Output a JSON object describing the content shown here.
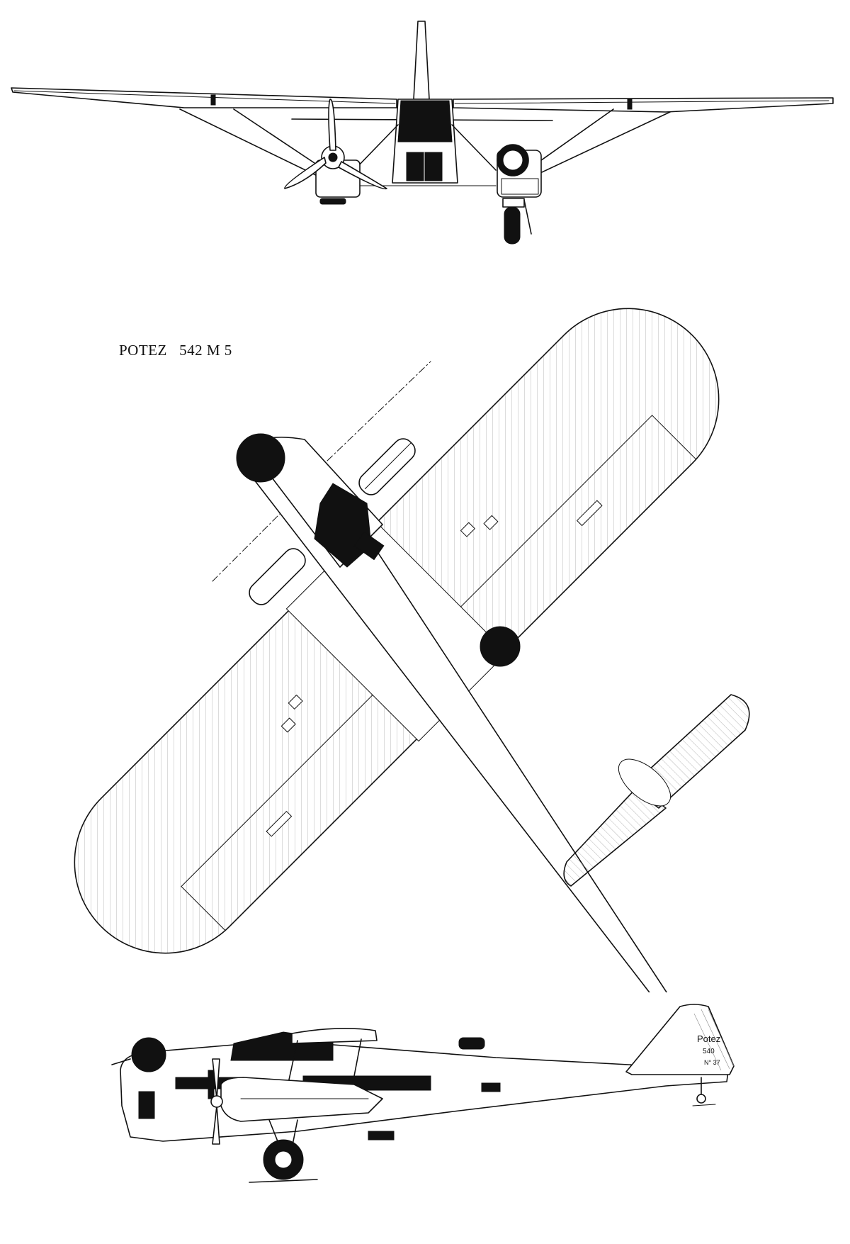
{
  "drawing": {
    "title": "POTEZ   542 M 5",
    "views": {
      "front": {
        "name": "front-view"
      },
      "plan": {
        "name": "plan-view"
      },
      "side": {
        "name": "side-view"
      }
    },
    "markings": {
      "fin_brand": "Potez",
      "fin_type": "540",
      "fin_serial": "N° 37"
    }
  }
}
